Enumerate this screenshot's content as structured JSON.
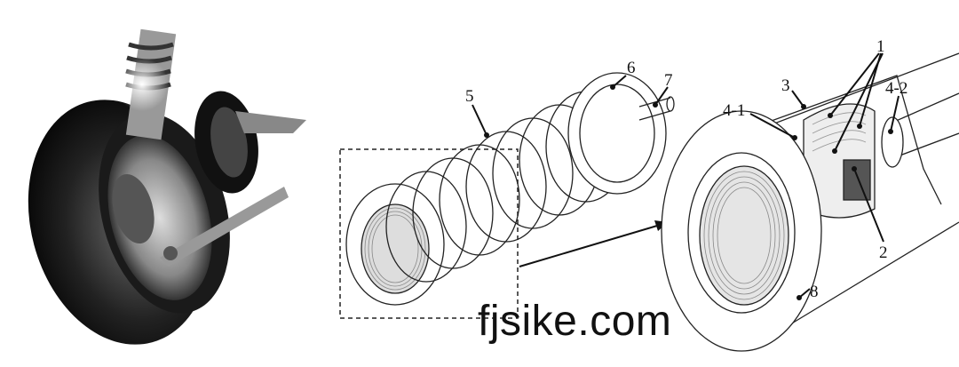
{
  "figure": {
    "labels": {
      "l1": "1",
      "l2": "2",
      "l3": "3",
      "l4_1": "4-1",
      "l4_2": "4-2",
      "l5": "5",
      "l6": "6",
      "l7": "7",
      "l8": "8"
    },
    "watermark": "fjsike.com"
  }
}
